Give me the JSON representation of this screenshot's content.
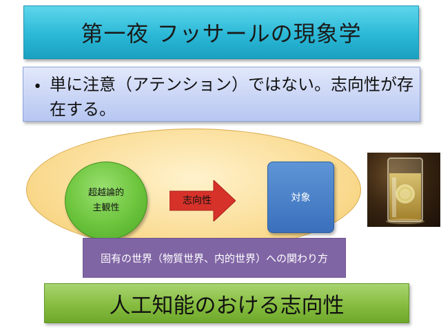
{
  "title": "第一夜 フッサールの現象学",
  "bullet": {
    "marker": "•",
    "text": "単に注意（アテンション）ではない。志向性が存在する。"
  },
  "diagram": {
    "subject_line1": "超越論的",
    "subject_line2": "主観性",
    "arrow_label": "志向性",
    "object_label": "対象",
    "world_label": "固有の世界（物質世界、内的世界）への関わり方"
  },
  "footer_title": "人工知能のおける志向性",
  "colors": {
    "title_bg": "#2bb8d6",
    "bullet_bg": "#c4d1f4",
    "ellipse_bg": "#f9d88a",
    "subject_bg": "#6cc43c",
    "arrow": "#d6322a",
    "object_bg": "#3a70bc",
    "world_bg": "#8065a5",
    "footer_bg": "#86bd40"
  },
  "image": {
    "icon": "glass-of-drink-photo"
  }
}
